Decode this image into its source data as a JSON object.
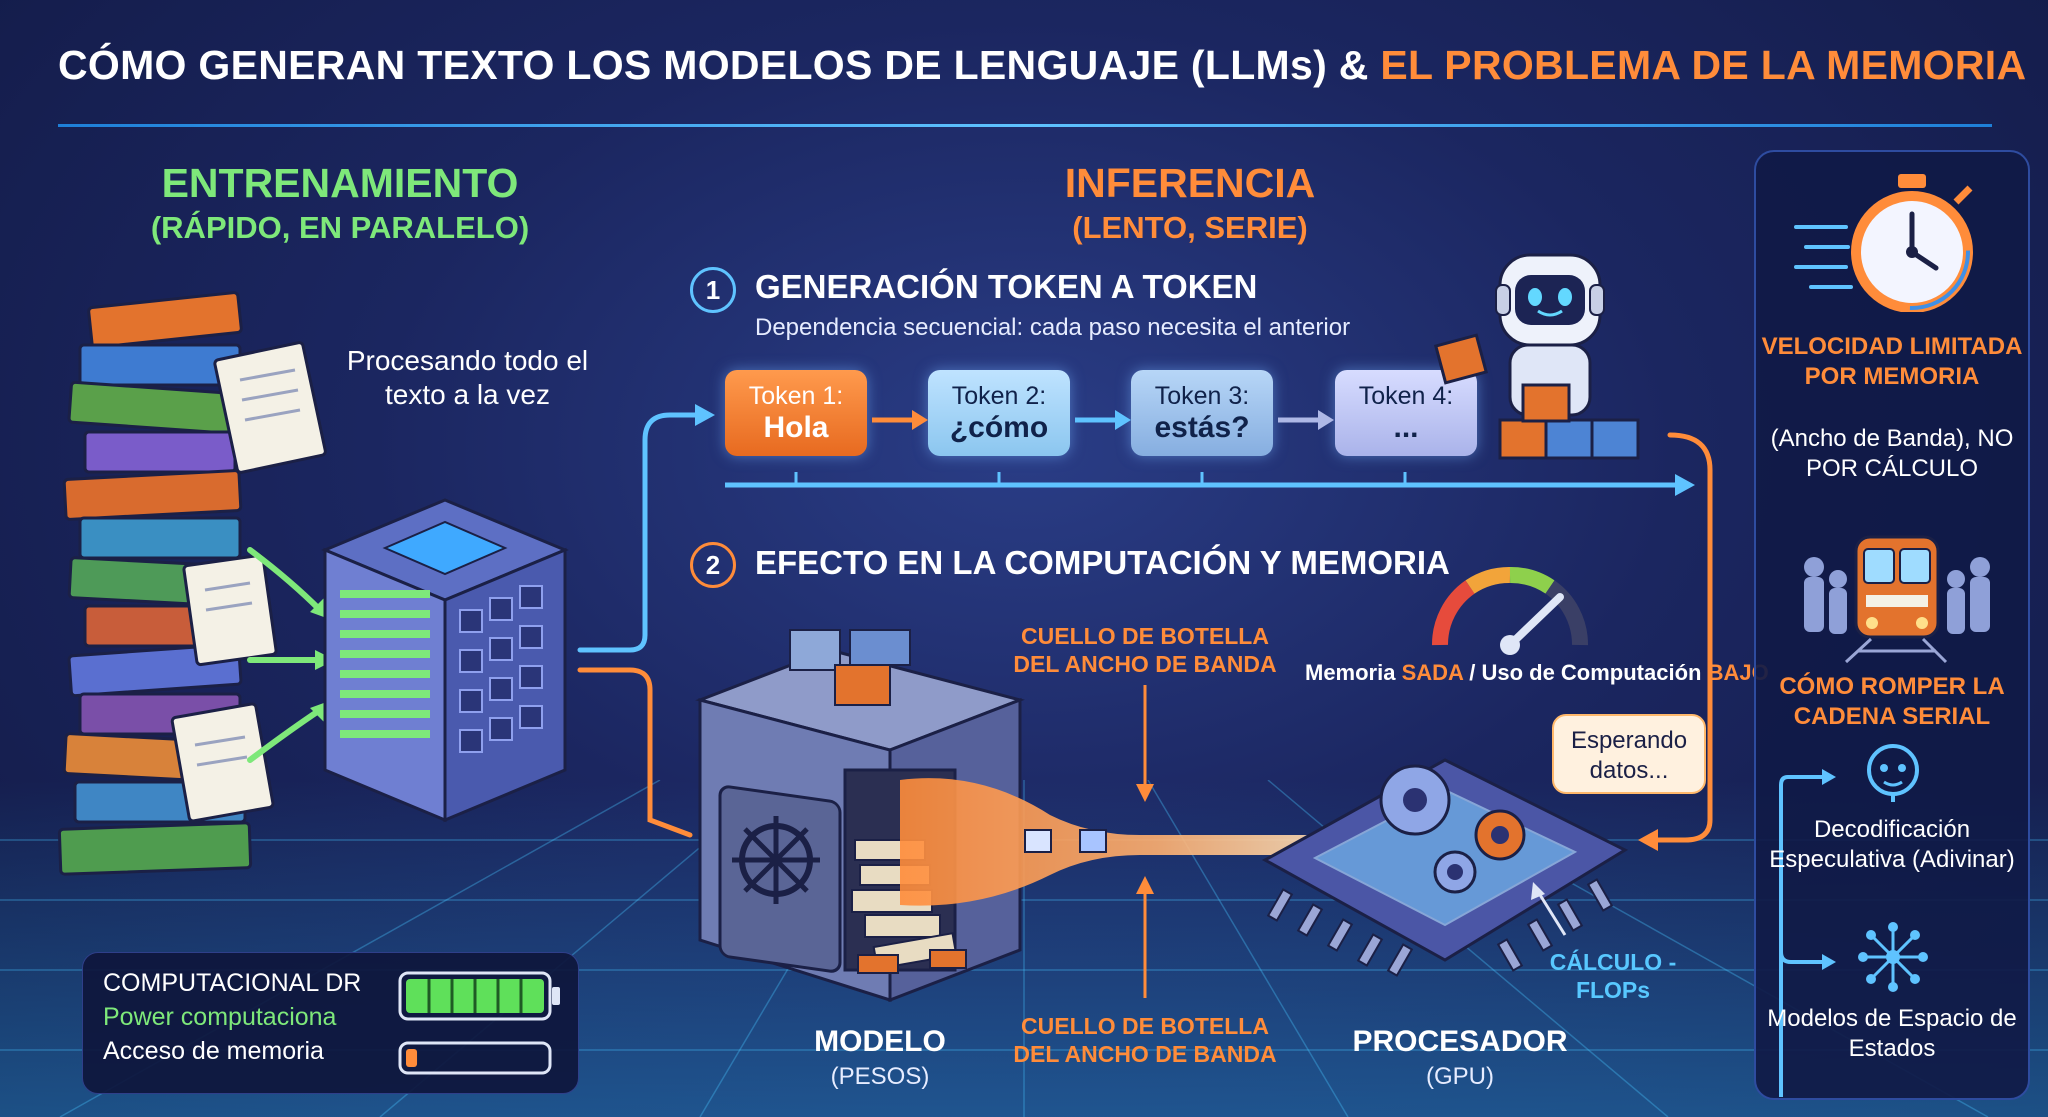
{
  "title": {
    "main": "CÓMO GENERAN TEXTO LOS MODELOS DE LENGUAJE (LLMs) & ",
    "highlight": "EL PROBLEMA DE LA MEMORIA"
  },
  "training": {
    "heading": "ENTRENAMIENTO",
    "subheading": "(RÁPIDO, EN PARALELO)",
    "processing_label": "Procesando todo el texto a la vez"
  },
  "inference": {
    "heading": "INFERENCIA",
    "subheading": "(LENTO, SERIE)",
    "step1": {
      "number": "1",
      "title": "GENERACIÓN TOKEN A TOKEN",
      "subtitle": "Dependencia secuencial: cada paso necesita el anterior"
    },
    "tokens": [
      {
        "label": "Token 1:",
        "value": "Hola"
      },
      {
        "label": "Token 2:",
        "value": "¿cómo"
      },
      {
        "label": "Token 3:",
        "value": "estás?"
      },
      {
        "label": "Token 4:",
        "value": "..."
      }
    ],
    "step2": {
      "number": "2",
      "title": "EFECTO EN LA COMPUTACIÓN Y MEMORIA"
    },
    "bottleneck_top": "CUELLO DE BOTELLA DEL ANCHO DE BANDA",
    "bottleneck_bottom": "CUELLO DE BOTELLA DEL ANCHO DE BANDA",
    "gauge": {
      "prefix": "Memoria ",
      "memory_state": "SADA",
      "middle": " / Uso de Computación ",
      "compute_state": "BAJO"
    },
    "waiting_bubble": "Esperando datos...",
    "model": {
      "label": "MODELO",
      "sub": "(PESOS)"
    },
    "processor": {
      "label": "PROCESADOR",
      "sub": "(GPU)"
    },
    "calc_label": "CÁLCULO - FLOPs"
  },
  "legend": {
    "row1": "COMPUTACIONAL DR",
    "row2": "Power computaciona",
    "row3": "Acceso de memoria",
    "compute_fill": 1.0,
    "memory_fill": 0.08
  },
  "sidebar": {
    "speed_title": "VELOCIDAD LIMITADA POR MEMORIA",
    "speed_body": "(Ancho de Banda), NO POR CÁLCULO",
    "break_title": "CÓMO ROMPER LA CADENA SERIAL",
    "option1": "Decodificación Especulativa (Adivinar)",
    "option2": "Modelos de Espacio de Estados"
  },
  "colors": {
    "green": "#7ee87a",
    "orange": "#ff8c3a",
    "blue_line": "#5fc3ff",
    "background": "#1b2660"
  }
}
